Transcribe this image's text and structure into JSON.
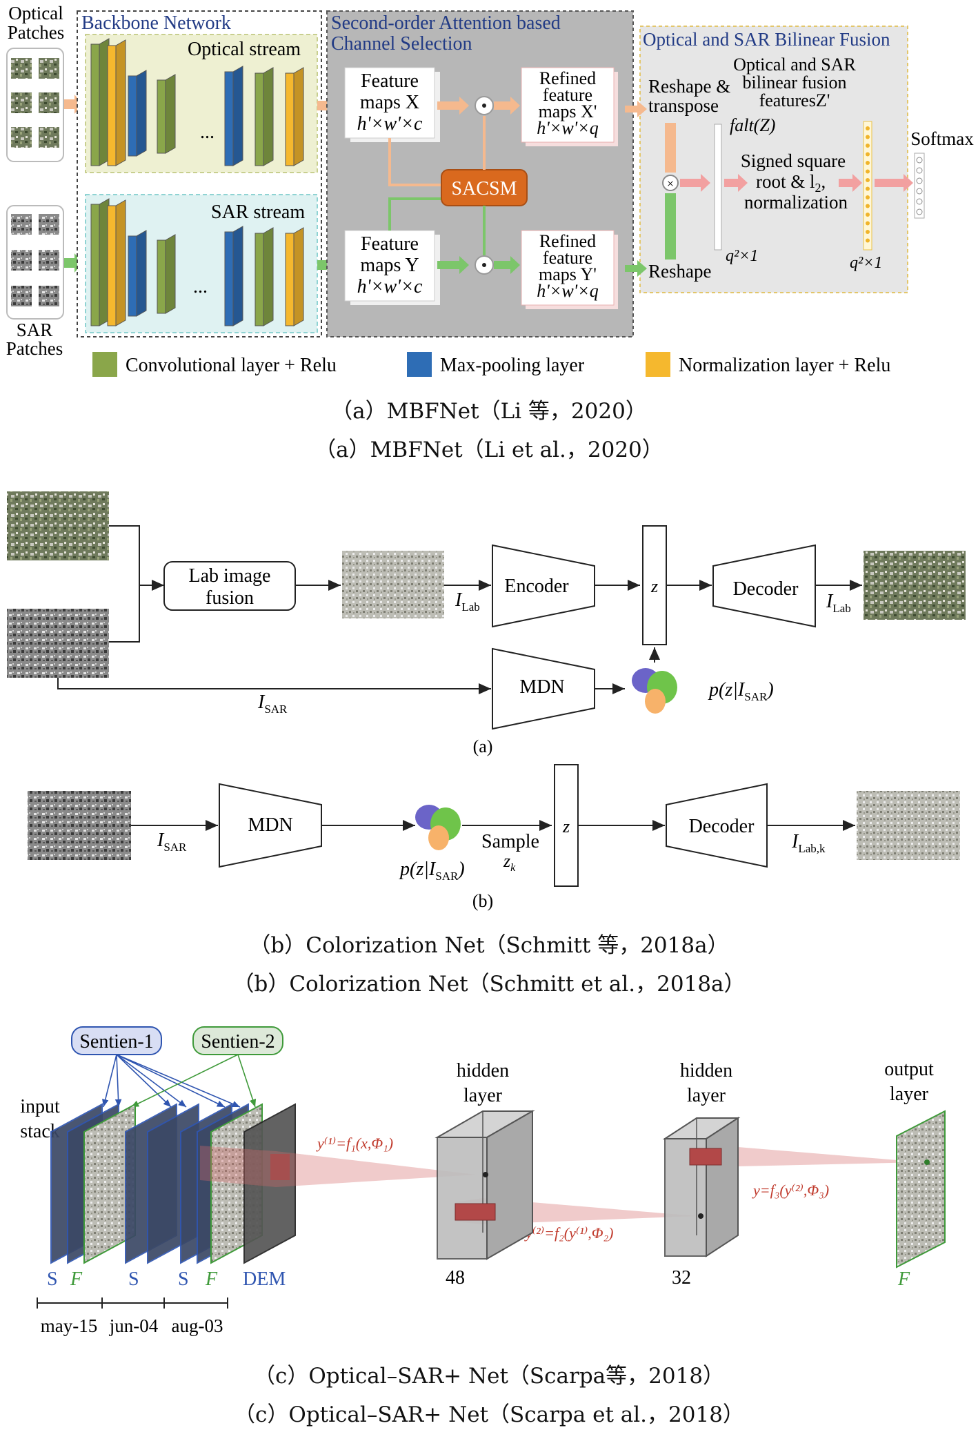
{
  "panel_a": {
    "optical_patches": "Optical",
    "optical_patches2": "Patches",
    "sar_patches": "SAR",
    "sar_patches2": "Patches",
    "backbone_title": "Backbone Network",
    "optical_stream": "Optical stream",
    "sar_stream": "SAR stream",
    "ellipsis": "...",
    "attention_title1": "Second-order Attention based",
    "attention_title2": "Channel Selection",
    "feature_x_1": "Feature",
    "feature_x_2": "maps X",
    "feature_x_3": "h'×w'×c",
    "feature_y_1": "Feature",
    "feature_y_2": "maps Y",
    "feature_y_3": "h'×w'×c",
    "refined_x_1": "Refined",
    "refined_x_2": "feature",
    "refined_x_3": "maps X'",
    "refined_x_4": "h'×w'×q",
    "refined_y_1": "Refined",
    "refined_y_2": "feature",
    "refined_y_3": "maps Y'",
    "refined_y_4": "h'×w'×q",
    "sacsm": "SACSM",
    "fusion_title": "Optical and SAR Bilinear Fusion",
    "reshape_transpose1": "Reshape &",
    "reshape_transpose2": "transpose",
    "reshape": "Reshape",
    "falt": "falt(Z)",
    "bilinear1": "Optical and SAR",
    "bilinear2": "bilinear fusion",
    "bilinear3": "featuresZ'",
    "signed1": "Signed square",
    "signed2": "root & l",
    "signed2_sub": "2",
    "signed2_end": ",",
    "signed3": "normalization",
    "q2_1": "q²×1",
    "q2_2": "q²×1",
    "softmax": "Softmax",
    "legend_conv": "Convolutional layer + Relu",
    "legend_pool": "Max-pooling layer",
    "legend_norm": "Normalization layer + Relu",
    "caption_cn": "（a）MBFNet（Li 等，2020）",
    "caption_en": "（a）MBFNet（Li et al.，2020）"
  },
  "panel_b": {
    "lab_fusion1": "Lab image",
    "lab_fusion2": "fusion",
    "encoder": "Encoder",
    "decoder": "Decoder",
    "z": "z",
    "mdn": "MDN",
    "i_lab": "I",
    "i_lab_sub": "Lab",
    "i_sar": "I",
    "i_sar_sub": "SAR",
    "p_z": "p(z|I",
    "p_z_sub": "SAR",
    "p_z_end": ")",
    "sub_a": "(a)",
    "sub_b": "(b)",
    "sample": "Sample",
    "z_k": "z",
    "z_k_sub": "k",
    "i_lab_k_sub": "Lab,k",
    "caption_cn": "（b）Colorization Net（Schmitt 等，2018a）",
    "caption_en": "（b）Colorization Net（Schmitt et al.，2018a）"
  },
  "panel_c": {
    "sentinel1": "Sentien-1",
    "sentinel2": "Sentien-2",
    "input_stack1": "input",
    "input_stack2": "stack",
    "hidden1a": "hidden",
    "hidden1b": "layer",
    "hidden2a": "hidden",
    "hidden2b": "layer",
    "output1": "output",
    "output2": "layer",
    "n48": "48",
    "n32": "32",
    "f_out": "F",
    "eq1": "y⁽¹⁾=f₁(x,Φ₁)",
    "eq2": "y⁽²⁾=f₂(y⁽¹⁾,Φ₂)",
    "eq3": "y=f₃(y⁽²⁾,Φ₃)",
    "s_minus": "S",
    "f_minus": "F",
    "s_mid": "S",
    "s_plus": "S",
    "f_plus": "F",
    "dem": "DEM",
    "date1": "may-15",
    "date2": "jun-04",
    "date3": "aug-03",
    "caption_cn": "（c）Optical–SAR+ Net（Scarpa等，2018）",
    "caption_en": "（c）Optical–SAR+ Net（Scarpa et al.，2018）"
  },
  "colors": {
    "conv": "#8aa64a",
    "pool": "#2e6db5",
    "norm": "#f5b82e",
    "sacsm": "#d9691e",
    "attention_bg": "#b7b7b7",
    "fusion_bg": "#e6e6e6",
    "optical_bg": "#eef0d2",
    "sar_bg": "#dff2f2",
    "arrow_pink": "#f2a0a0",
    "arrow_green": "#7cc66a",
    "arrow_orange": "#f5b98e",
    "s1_blue": "#2f55b0",
    "s2_green": "#3f9a3a",
    "eq_red": "#c0392b"
  }
}
